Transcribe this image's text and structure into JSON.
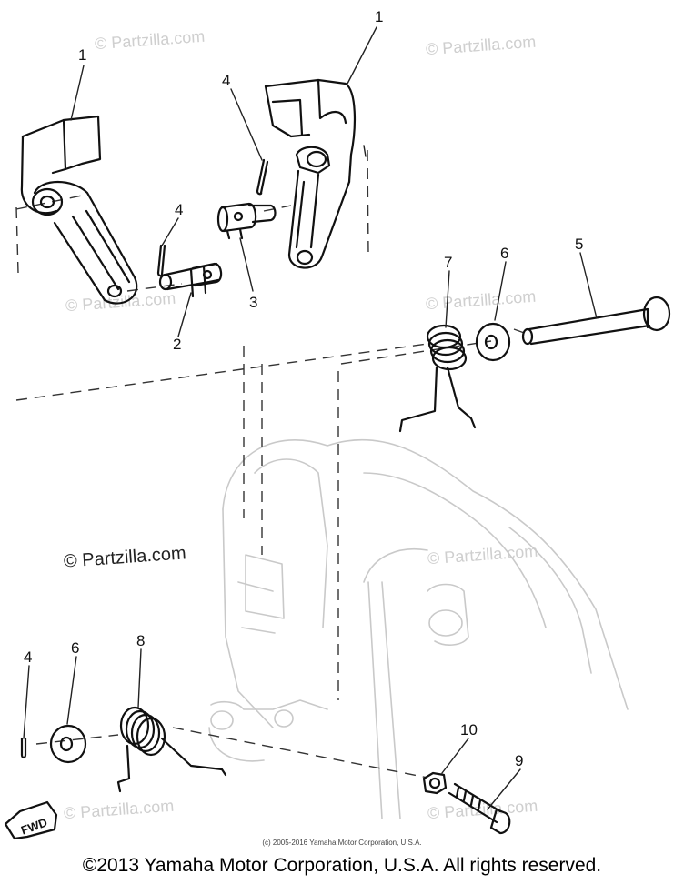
{
  "watermark": "© Partzilla.com",
  "callouts": {
    "c1a": "1",
    "c1b": "1",
    "c2": "2",
    "c3": "3",
    "c4a": "4",
    "c4b": "4",
    "c4c": "4",
    "c5": "5",
    "c6a": "6",
    "c6b": "6",
    "c7": "7",
    "c8": "8",
    "c9": "9",
    "c10": "10"
  },
  "fwd_label": "FWD",
  "small_copyright": "(c) 2005-2016 Yamaha Motor Corporation, U.S.A.",
  "footer_copyright": "©2013 Yamaha Motor Corporation, U.S.A. All rights reserved."
}
